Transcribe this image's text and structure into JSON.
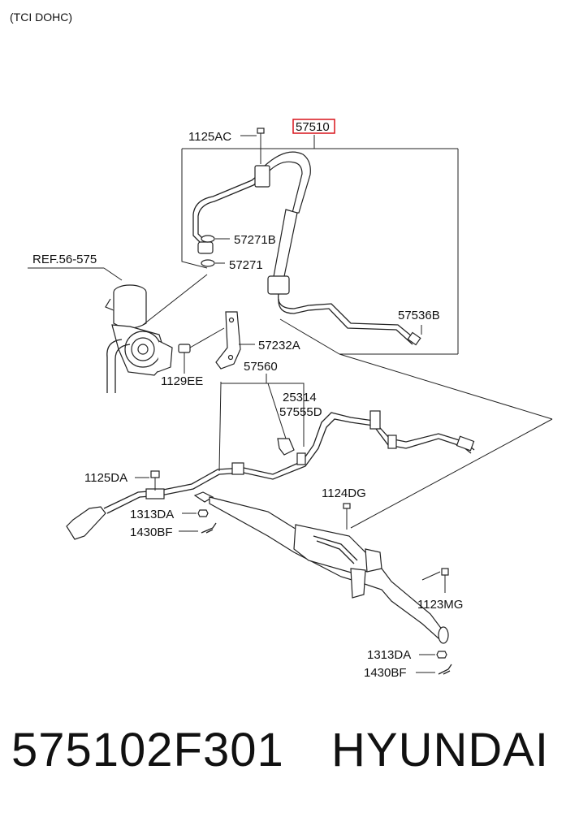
{
  "header": {
    "engine_note": "(TCI DOHC)"
  },
  "callouts": {
    "c_1125AC": "1125AC",
    "c_57510": "57510",
    "c_57271B": "57271B",
    "c_57271": "57271",
    "c_ref": "REF.56-575",
    "c_57536B": "57536B",
    "c_57232A": "57232A",
    "c_1129EE": "1129EE",
    "c_57560": "57560",
    "c_25314": "25314",
    "c_57555D": "57555D",
    "c_1125DA": "1125DA",
    "c_1313DA_a": "1313DA",
    "c_1430BF_a": "1430BF",
    "c_1124DG": "1124DG",
    "c_1123MG": "1123MG",
    "c_1313DA_b": "1313DA",
    "c_1430BF_b": "1430BF"
  },
  "highlight_color": "#d9141b",
  "footer": {
    "part_number": "575102F301",
    "brand": "HYUNDAI"
  }
}
